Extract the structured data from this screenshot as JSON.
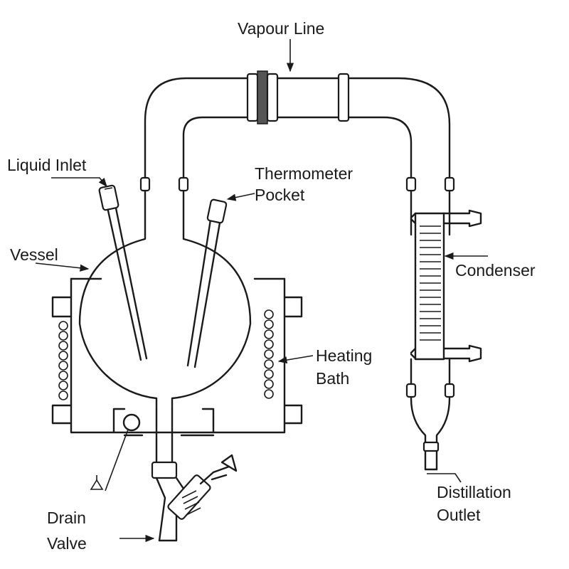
{
  "labels": {
    "vapour_line": "Vapour Line",
    "liquid_inlet": "Liquid Inlet",
    "thermometer_line1": "Thermometer",
    "thermometer_line2": "Pocket",
    "vessel": "Vessel",
    "condenser": "Condenser",
    "heating_line1": "Heating",
    "heating_line2": "Bath",
    "drain_line1": "Drain",
    "drain_line2": "Valve",
    "distillation_line1": "Distillation",
    "distillation_line2": "Outlet"
  }
}
